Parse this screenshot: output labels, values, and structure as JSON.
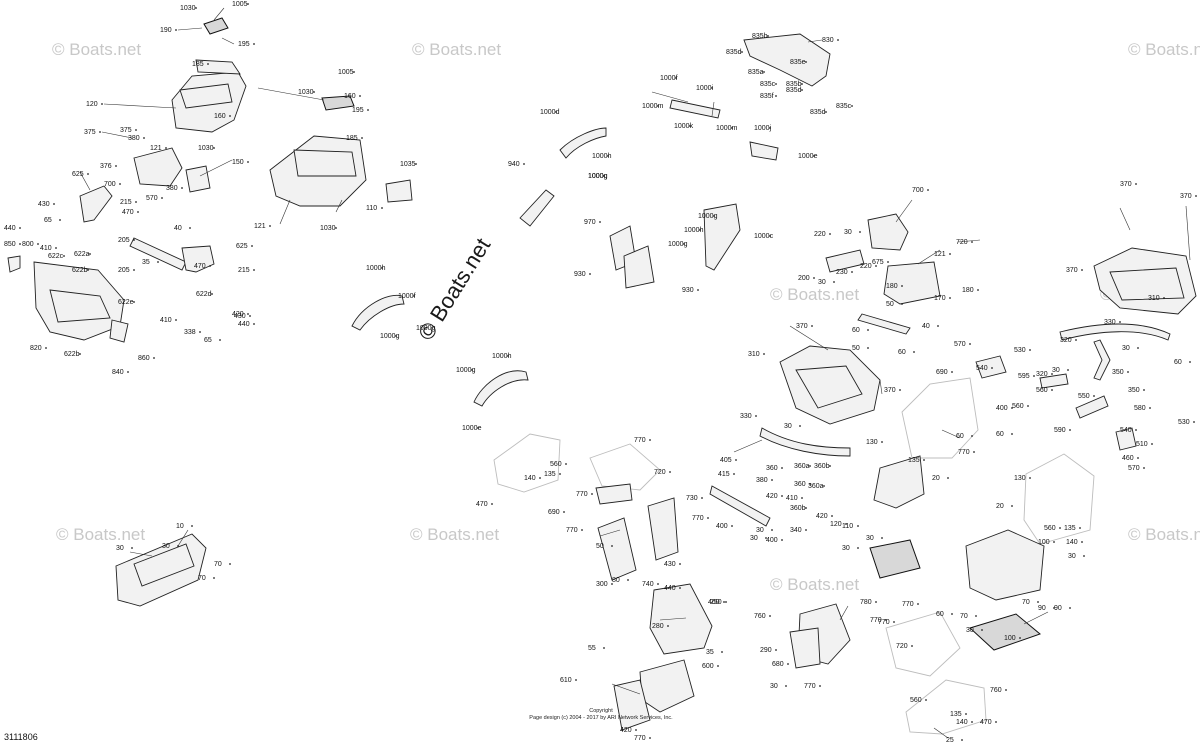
{
  "diagram": {
    "drawing_code": "3111806",
    "copyright_line1": "Copyright",
    "copyright_line2": "Page design (c) 2004 - 2017 by ARI Network Services, Inc.",
    "watermark": "© Boats.net",
    "callouts": [
      "1030",
      "1005",
      "190",
      "195",
      "185",
      "120",
      "160",
      "121",
      "1030",
      "375",
      "375",
      "380",
      "376",
      "700",
      "380",
      "150",
      "625",
      "430",
      "65",
      "440",
      "215",
      "470",
      "570",
      "205",
      "40",
      "850",
      "800",
      "410",
      "622c",
      "622a",
      "622b",
      "625",
      "35",
      "215",
      "470",
      "622d",
      "205",
      "410",
      "622e",
      "420",
      "338",
      "430",
      "440",
      "65",
      "820",
      "622b",
      "860",
      "840",
      "1005",
      "1030",
      "160",
      "195",
      "185",
      "110",
      "121",
      "1030",
      "1035",
      "1000h",
      "1000f",
      "1000g",
      "1000g",
      "1000d",
      "1000f",
      "1000i",
      "1000m",
      "1000k",
      "1000m",
      "1000j",
      "1000e",
      "1000g",
      "1000h",
      "1000g",
      "940",
      "970",
      "1000g",
      "1000h",
      "1000c",
      "1000g",
      "930",
      "930",
      "1000h",
      "1000g",
      "1000e",
      "835b",
      "830",
      "835d",
      "835a",
      "835e",
      "835c",
      "835b",
      "835f",
      "835d",
      "835c",
      "835d",
      "700",
      "220",
      "30",
      "720",
      "675",
      "121",
      "200",
      "30",
      "230",
      "220",
      "180",
      "170",
      "180",
      "50",
      "40",
      "60",
      "50",
      "60",
      "370",
      "370",
      "310",
      "370",
      "370",
      "370",
      "310",
      "320",
      "330",
      "30",
      "30",
      "350",
      "350",
      "60",
      "60",
      "30",
      "330",
      "320",
      "560",
      "570",
      "530",
      "540",
      "595",
      "400",
      "560",
      "550",
      "590",
      "580",
      "540",
      "460",
      "570",
      "510",
      "530",
      "690",
      "60",
      "770",
      "130",
      "135",
      "20",
      "120",
      "110",
      "30",
      "30",
      "405",
      "380",
      "360",
      "360a",
      "360b",
      "360",
      "360a",
      "360b",
      "415",
      "410",
      "420",
      "400",
      "30",
      "340",
      "30",
      "420",
      "400",
      "770",
      "720",
      "560",
      "135",
      "140",
      "470",
      "770",
      "690",
      "730",
      "770",
      "770",
      "50",
      "300",
      "80",
      "740",
      "430",
      "440",
      "460",
      "250",
      "280",
      "55",
      "35",
      "600",
      "610",
      "420",
      "770",
      "130",
      "20",
      "560",
      "135",
      "140",
      "30",
      "100",
      "70",
      "90",
      "100",
      "30",
      "70",
      "90",
      "760",
      "760",
      "780",
      "770",
      "770",
      "720",
      "770",
      "60",
      "290",
      "30",
      "770",
      "680",
      "560",
      "135",
      "140",
      "470",
      "25",
      "10",
      "30",
      "30",
      "70",
      "70"
    ]
  }
}
